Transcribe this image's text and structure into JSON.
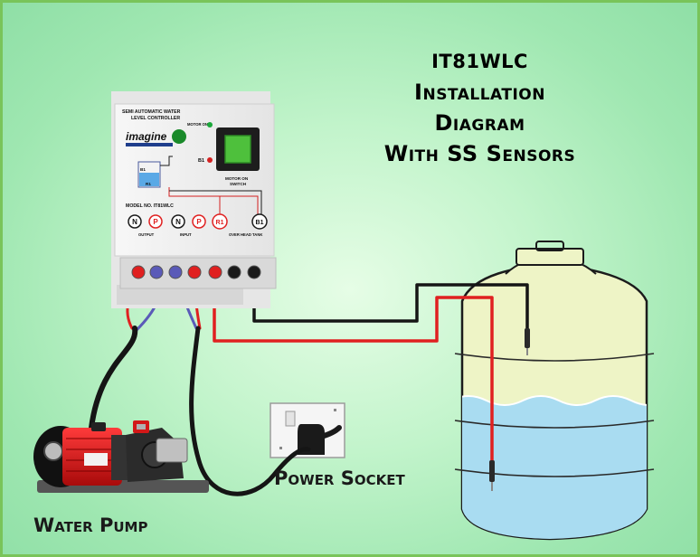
{
  "title": {
    "line1": "IT81WLC",
    "line2": "Installation",
    "line3": "Diagram",
    "line4": "With SS Sensors"
  },
  "controller": {
    "heading_line1": "SEMI AUTOMATIC WATER",
    "heading_line2": "LEVEL CONTROLLER",
    "brand": "imagine",
    "motor_on_led_label": "MOTOR ON",
    "b1_led_label": "B1",
    "switch_label_line1": "MOTOR ON",
    "switch_label_line2": "SWITCH",
    "model_label": "MODEL NO. IT81WLC",
    "tank_b1_label": "B1",
    "tank_r1_label": "R1",
    "terminals": [
      "N",
      "P",
      "N",
      "P",
      "R1",
      "B1"
    ],
    "group_output": "OUTPUT",
    "group_input": "INPUT",
    "group_overhead": "OVER HEAD TANK"
  },
  "labels": {
    "power_socket": "Power Socket",
    "water_pump": "Water Pump"
  },
  "colors": {
    "accent_red": "#e02020",
    "wire_black": "#151515",
    "wire_blue": "#5a5ab8",
    "water": "#a9dcf1",
    "tank": "#eef4c6",
    "background": "#b4efc2"
  }
}
